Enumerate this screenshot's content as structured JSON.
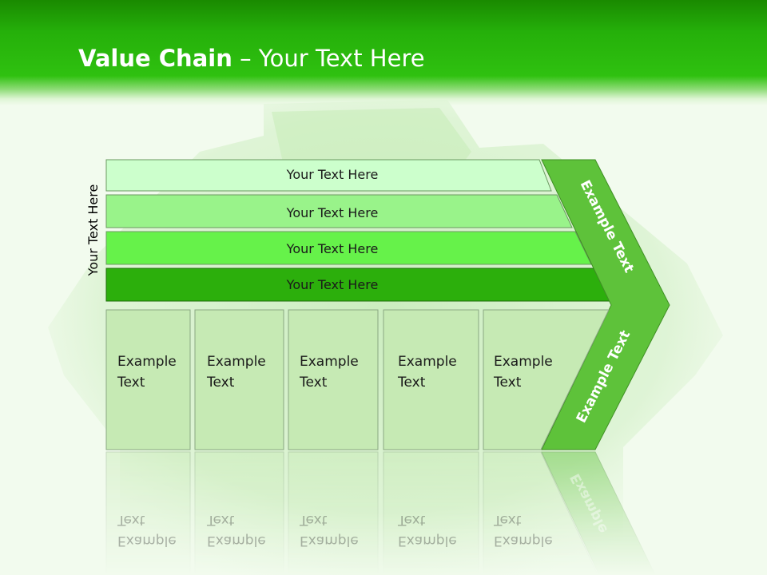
{
  "slide": {
    "title_bold": "Value Chain",
    "title_rest": " – Your Text Here",
    "side_label": "Your Text Here"
  },
  "bars": [
    {
      "label": "Your Text Here",
      "color": "#ccffcc"
    },
    {
      "label": "Your Text Here",
      "color": "#99f38a"
    },
    {
      "label": "Your Text Here",
      "color": "#66f24a"
    },
    {
      "label": "Your Text Here",
      "color": "#2caf0c"
    }
  ],
  "boxes": [
    {
      "line1": "Example",
      "line2": "Text"
    },
    {
      "line1": "Example",
      "line2": "Text"
    },
    {
      "line1": "Example",
      "line2": "Text"
    },
    {
      "line1": "Example",
      "line2": "Text"
    },
    {
      "line1": "Example",
      "line2": "Text"
    }
  ],
  "arrow": {
    "upper_text": "Example Text",
    "lower_text": "Example Text",
    "color": "#5ec23a"
  },
  "reflection": {
    "box_line1": "Example",
    "box_line2": "Text",
    "arrow_text": "Example"
  },
  "colors": {
    "header_green": "#2fc110",
    "box_fill": "#c6eab4",
    "background": "#f2fbee"
  }
}
